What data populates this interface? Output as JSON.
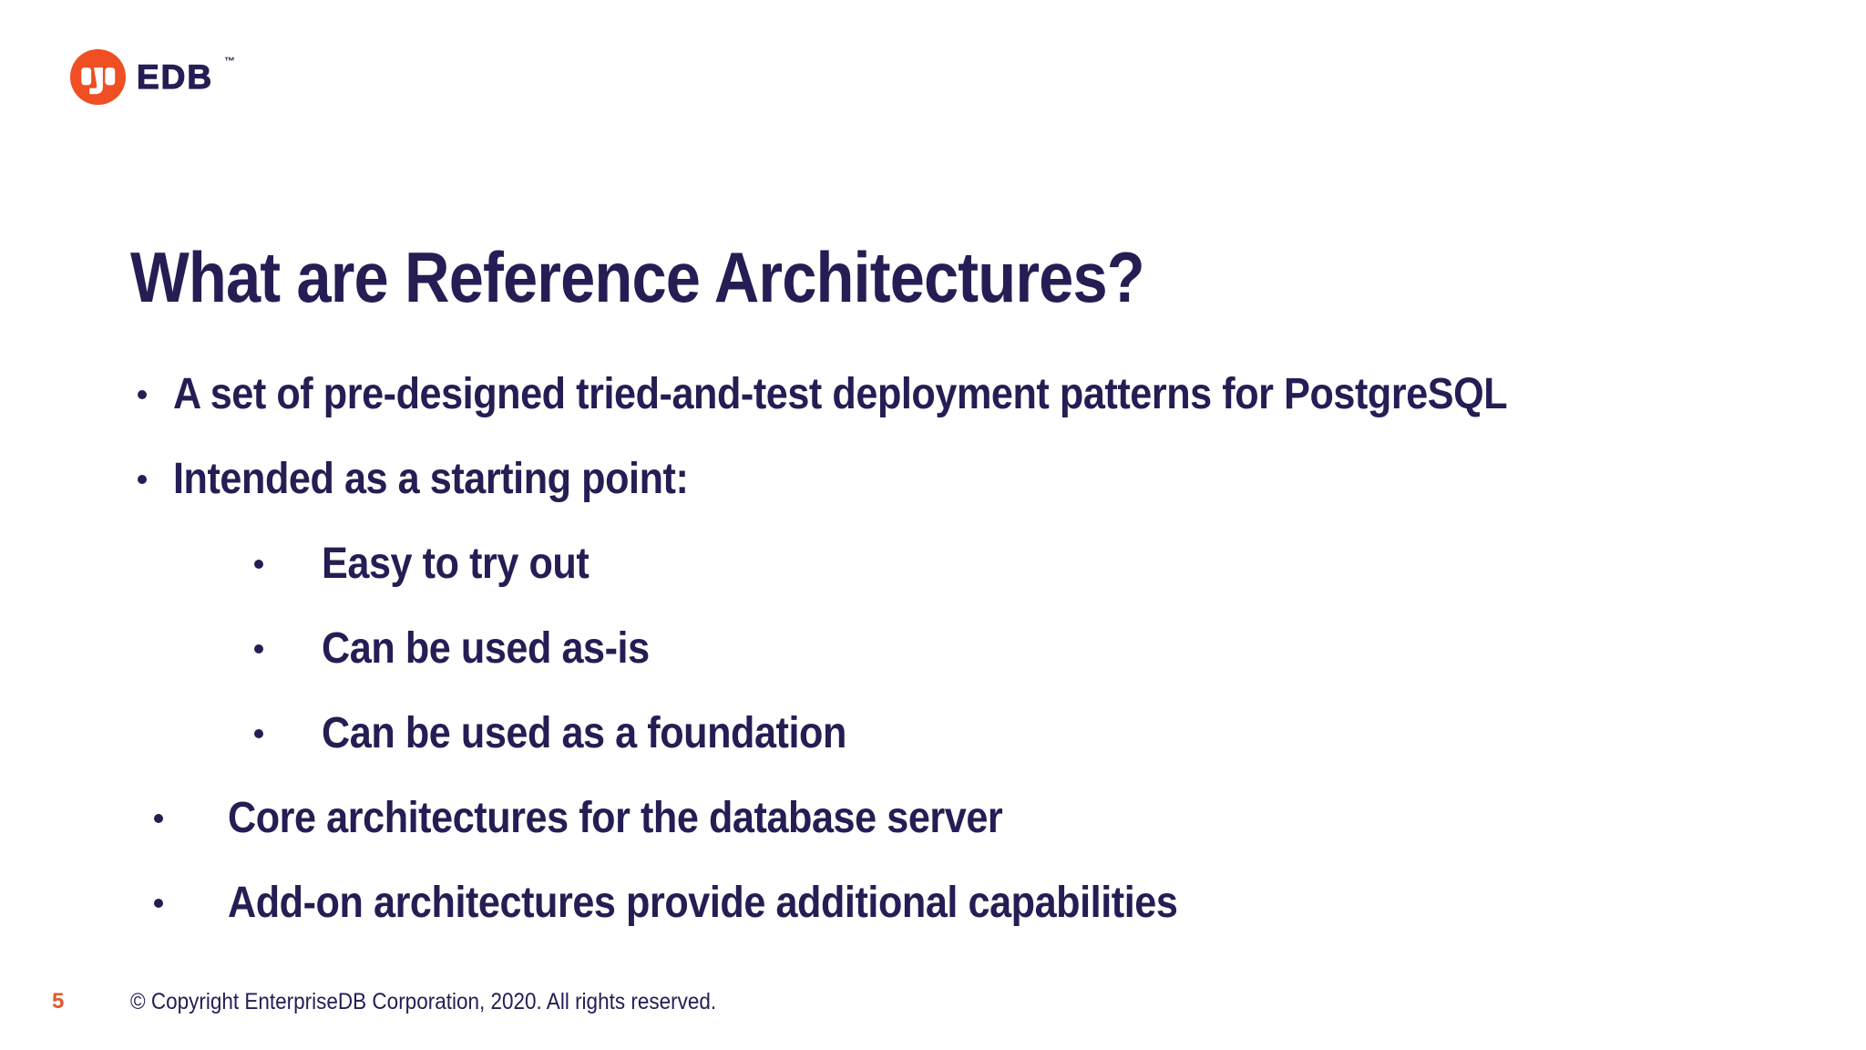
{
  "brand": {
    "name": "EDB",
    "trademark": "™",
    "icon": "edb-elephant-circle"
  },
  "slide": {
    "title": "What are Reference Architectures?",
    "bullets": [
      {
        "level": 1,
        "text": "A set of pre-designed tried-and-test deployment patterns for PostgreSQL"
      },
      {
        "level": 1,
        "text": "Intended as a starting point:"
      },
      {
        "level": 2,
        "text": "Easy to try out"
      },
      {
        "level": 2,
        "text": "Can be used as-is"
      },
      {
        "level": 2,
        "text": "Can be used as a foundation"
      },
      {
        "level": 3,
        "text": "Core architectures for the database server"
      },
      {
        "level": 3,
        "text": "Add-on architectures provide additional capabilities"
      }
    ]
  },
  "footer": {
    "page_number": "5",
    "copyright": "© Copyright EnterpriseDB Corporation, 2020. All rights reserved."
  },
  "colors": {
    "navy": "#241E54",
    "logo-orange": "#F04E23",
    "page-number-orange": "#E4582C",
    "background": "#FFFFFF"
  }
}
